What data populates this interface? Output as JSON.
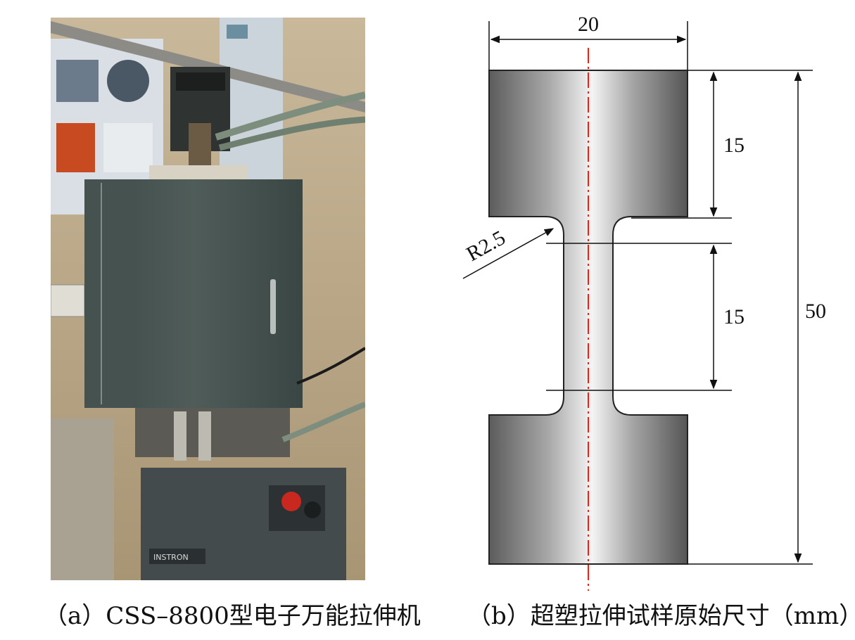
{
  "panel_a": {
    "caption": "（a）CSS–8800型电子万能拉伸机",
    "photo": {
      "content": "electronic-universal-tensile-testing-machine-with-furnace"
    }
  },
  "panel_b": {
    "caption": "（b）超塑拉伸试样原始尺寸（mm）",
    "dimensions": {
      "overall_width": "20",
      "grip_length": "15",
      "gauge_length": "15",
      "total_length": "50",
      "fillet_radius": "R2.5"
    },
    "colors": {
      "centerline": "#d9271c",
      "specimen_dark": "#5f5f5f",
      "specimen_light": "#f4f4f4"
    }
  }
}
